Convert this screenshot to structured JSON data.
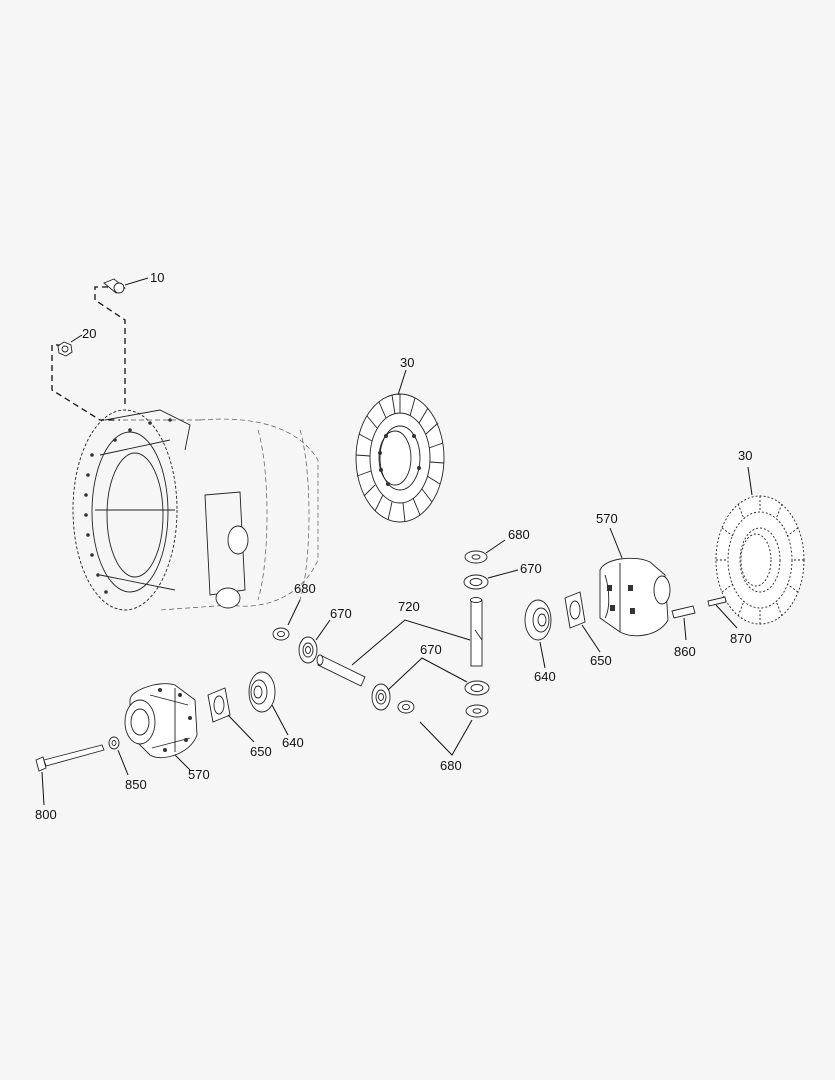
{
  "colors": {
    "background": "#f6f6f6",
    "ink": "#222222"
  },
  "parts": [
    {
      "id": "p10",
      "ref": "10",
      "icon": "bolt-icon"
    },
    {
      "id": "p20",
      "ref": "20",
      "icon": "nut-icon"
    },
    {
      "id": "p30a",
      "ref": "30",
      "icon": "ring-gear-icon"
    },
    {
      "id": "p30b",
      "ref": "30",
      "icon": "ring-gear-icon"
    },
    {
      "id": "p570a",
      "ref": "570",
      "icon": "differential-case-half-icon"
    },
    {
      "id": "p570b",
      "ref": "570",
      "icon": "differential-case-half-icon"
    },
    {
      "id": "p640a",
      "ref": "640",
      "icon": "side-gear-icon"
    },
    {
      "id": "p640b",
      "ref": "640",
      "icon": "side-gear-icon"
    },
    {
      "id": "p650a",
      "ref": "650",
      "icon": "thrust-washer-icon"
    },
    {
      "id": "p650b",
      "ref": "650",
      "icon": "thrust-washer-icon"
    },
    {
      "id": "p670a",
      "ref": "670",
      "icon": "pinion-gear-icon"
    },
    {
      "id": "p670b",
      "ref": "670",
      "icon": "pinion-gear-icon"
    },
    {
      "id": "p670c",
      "ref": "670",
      "icon": "pinion-gear-icon"
    },
    {
      "id": "p680a",
      "ref": "680",
      "icon": "washer-icon"
    },
    {
      "id": "p680b",
      "ref": "680",
      "icon": "washer-icon"
    },
    {
      "id": "p680c",
      "ref": "680",
      "icon": "washer-icon"
    },
    {
      "id": "p720",
      "ref": "720",
      "icon": "cross-shaft-icon"
    },
    {
      "id": "p800",
      "ref": "800",
      "icon": "long-bolt-icon"
    },
    {
      "id": "p850",
      "ref": "850",
      "icon": "washer-icon"
    },
    {
      "id": "p860",
      "ref": "860",
      "icon": "pin-icon"
    },
    {
      "id": "p870",
      "ref": "870",
      "icon": "pin-icon"
    }
  ]
}
